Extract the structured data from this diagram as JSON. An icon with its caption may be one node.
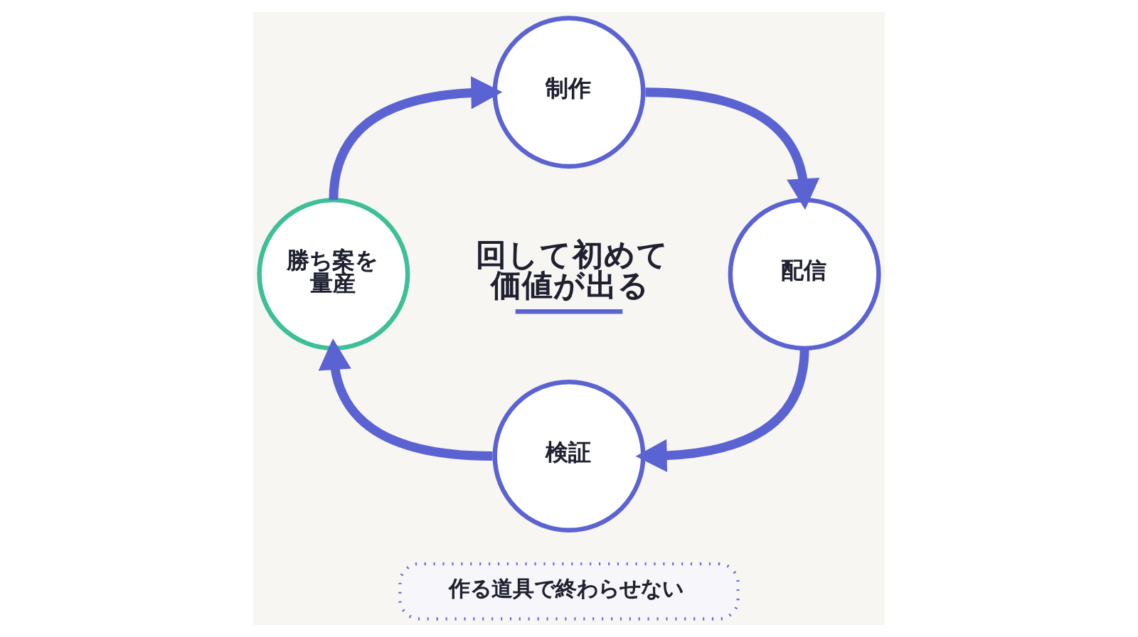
{
  "diagram": {
    "nodes": [
      {
        "text": [
          "制作"
        ]
      },
      {
        "text": [
          "配信"
        ]
      },
      {
        "text": [
          "検証"
        ]
      },
      {
        "text": [
          "勝ち案を量産"
        ]
      },
      {
        "text": [
          "作る道具で終わらせない"
        ]
      }
    ],
    "edges": [
      {
        "from": 0,
        "to": 1,
        "arrow": "to"
      },
      {
        "from": 1,
        "to": 2,
        "arrow": "to"
      },
      {
        "from": 2,
        "to": 3,
        "arrow": "to"
      },
      {
        "from": 3,
        "to": 0,
        "arrow": "to"
      }
    ],
    "labels": [
      "回して初めて価値が出る"
    ]
  }
}
